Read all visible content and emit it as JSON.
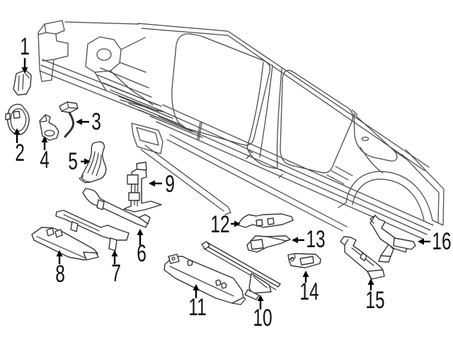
{
  "diagram": {
    "description": "Exploded black-and-white line-art parts diagram of a vehicle body side structure (rocker, pillars and floor brackets) with numbered callout arrows",
    "background_color": "#ffffff",
    "line_color": "#474747",
    "part_line_color": "#333333",
    "label_color": "#101010",
    "arrow_color": "#000000",
    "callouts": [
      {
        "label": "1"
      },
      {
        "label": "2"
      },
      {
        "label": "3"
      },
      {
        "label": "4"
      },
      {
        "label": "5"
      },
      {
        "label": "6"
      },
      {
        "label": "7"
      },
      {
        "label": "8"
      },
      {
        "label": "9"
      },
      {
        "label": "10"
      },
      {
        "label": "11"
      },
      {
        "label": "12"
      },
      {
        "label": "13"
      },
      {
        "label": "14"
      },
      {
        "label": "15"
      },
      {
        "label": "16"
      }
    ]
  }
}
